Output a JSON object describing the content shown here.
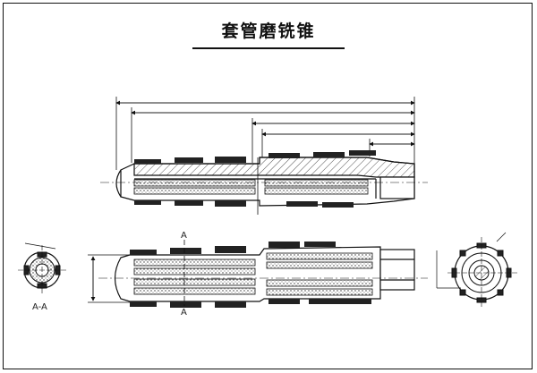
{
  "title": "套管磨铣锥",
  "section_mark": "A",
  "section_label": "A-A",
  "colors": {
    "line": "#111111",
    "blade": "#222222",
    "hatch": "#555555"
  }
}
